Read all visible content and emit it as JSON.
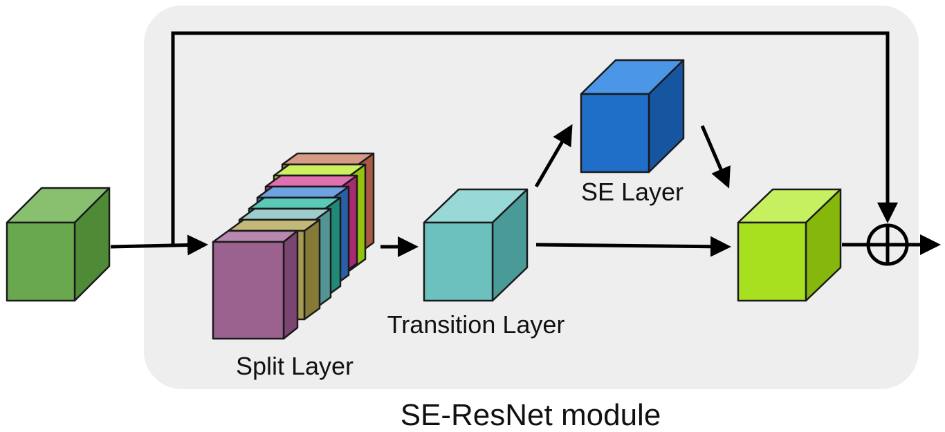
{
  "module": {
    "title": "SE-ResNet module",
    "background": "#eeeeef"
  },
  "labels": {
    "split": "Split Layer",
    "transition": "Transition Layer",
    "se": "SE Layer"
  },
  "colors": {
    "input_cube": "#6aa84f",
    "transition_cube": "#6cc0be",
    "se_cube": "#1f6fc8",
    "output_cube": "#a8e01f",
    "split_slices": [
      "#c4745f",
      "#b5e61d",
      "#cc3c8f",
      "#3a7dd0",
      "#2eaa96",
      "#77b5b5",
      "#a69a55",
      "#9b6290"
    ]
  },
  "icons": {
    "sum": "circled-plus-icon"
  }
}
